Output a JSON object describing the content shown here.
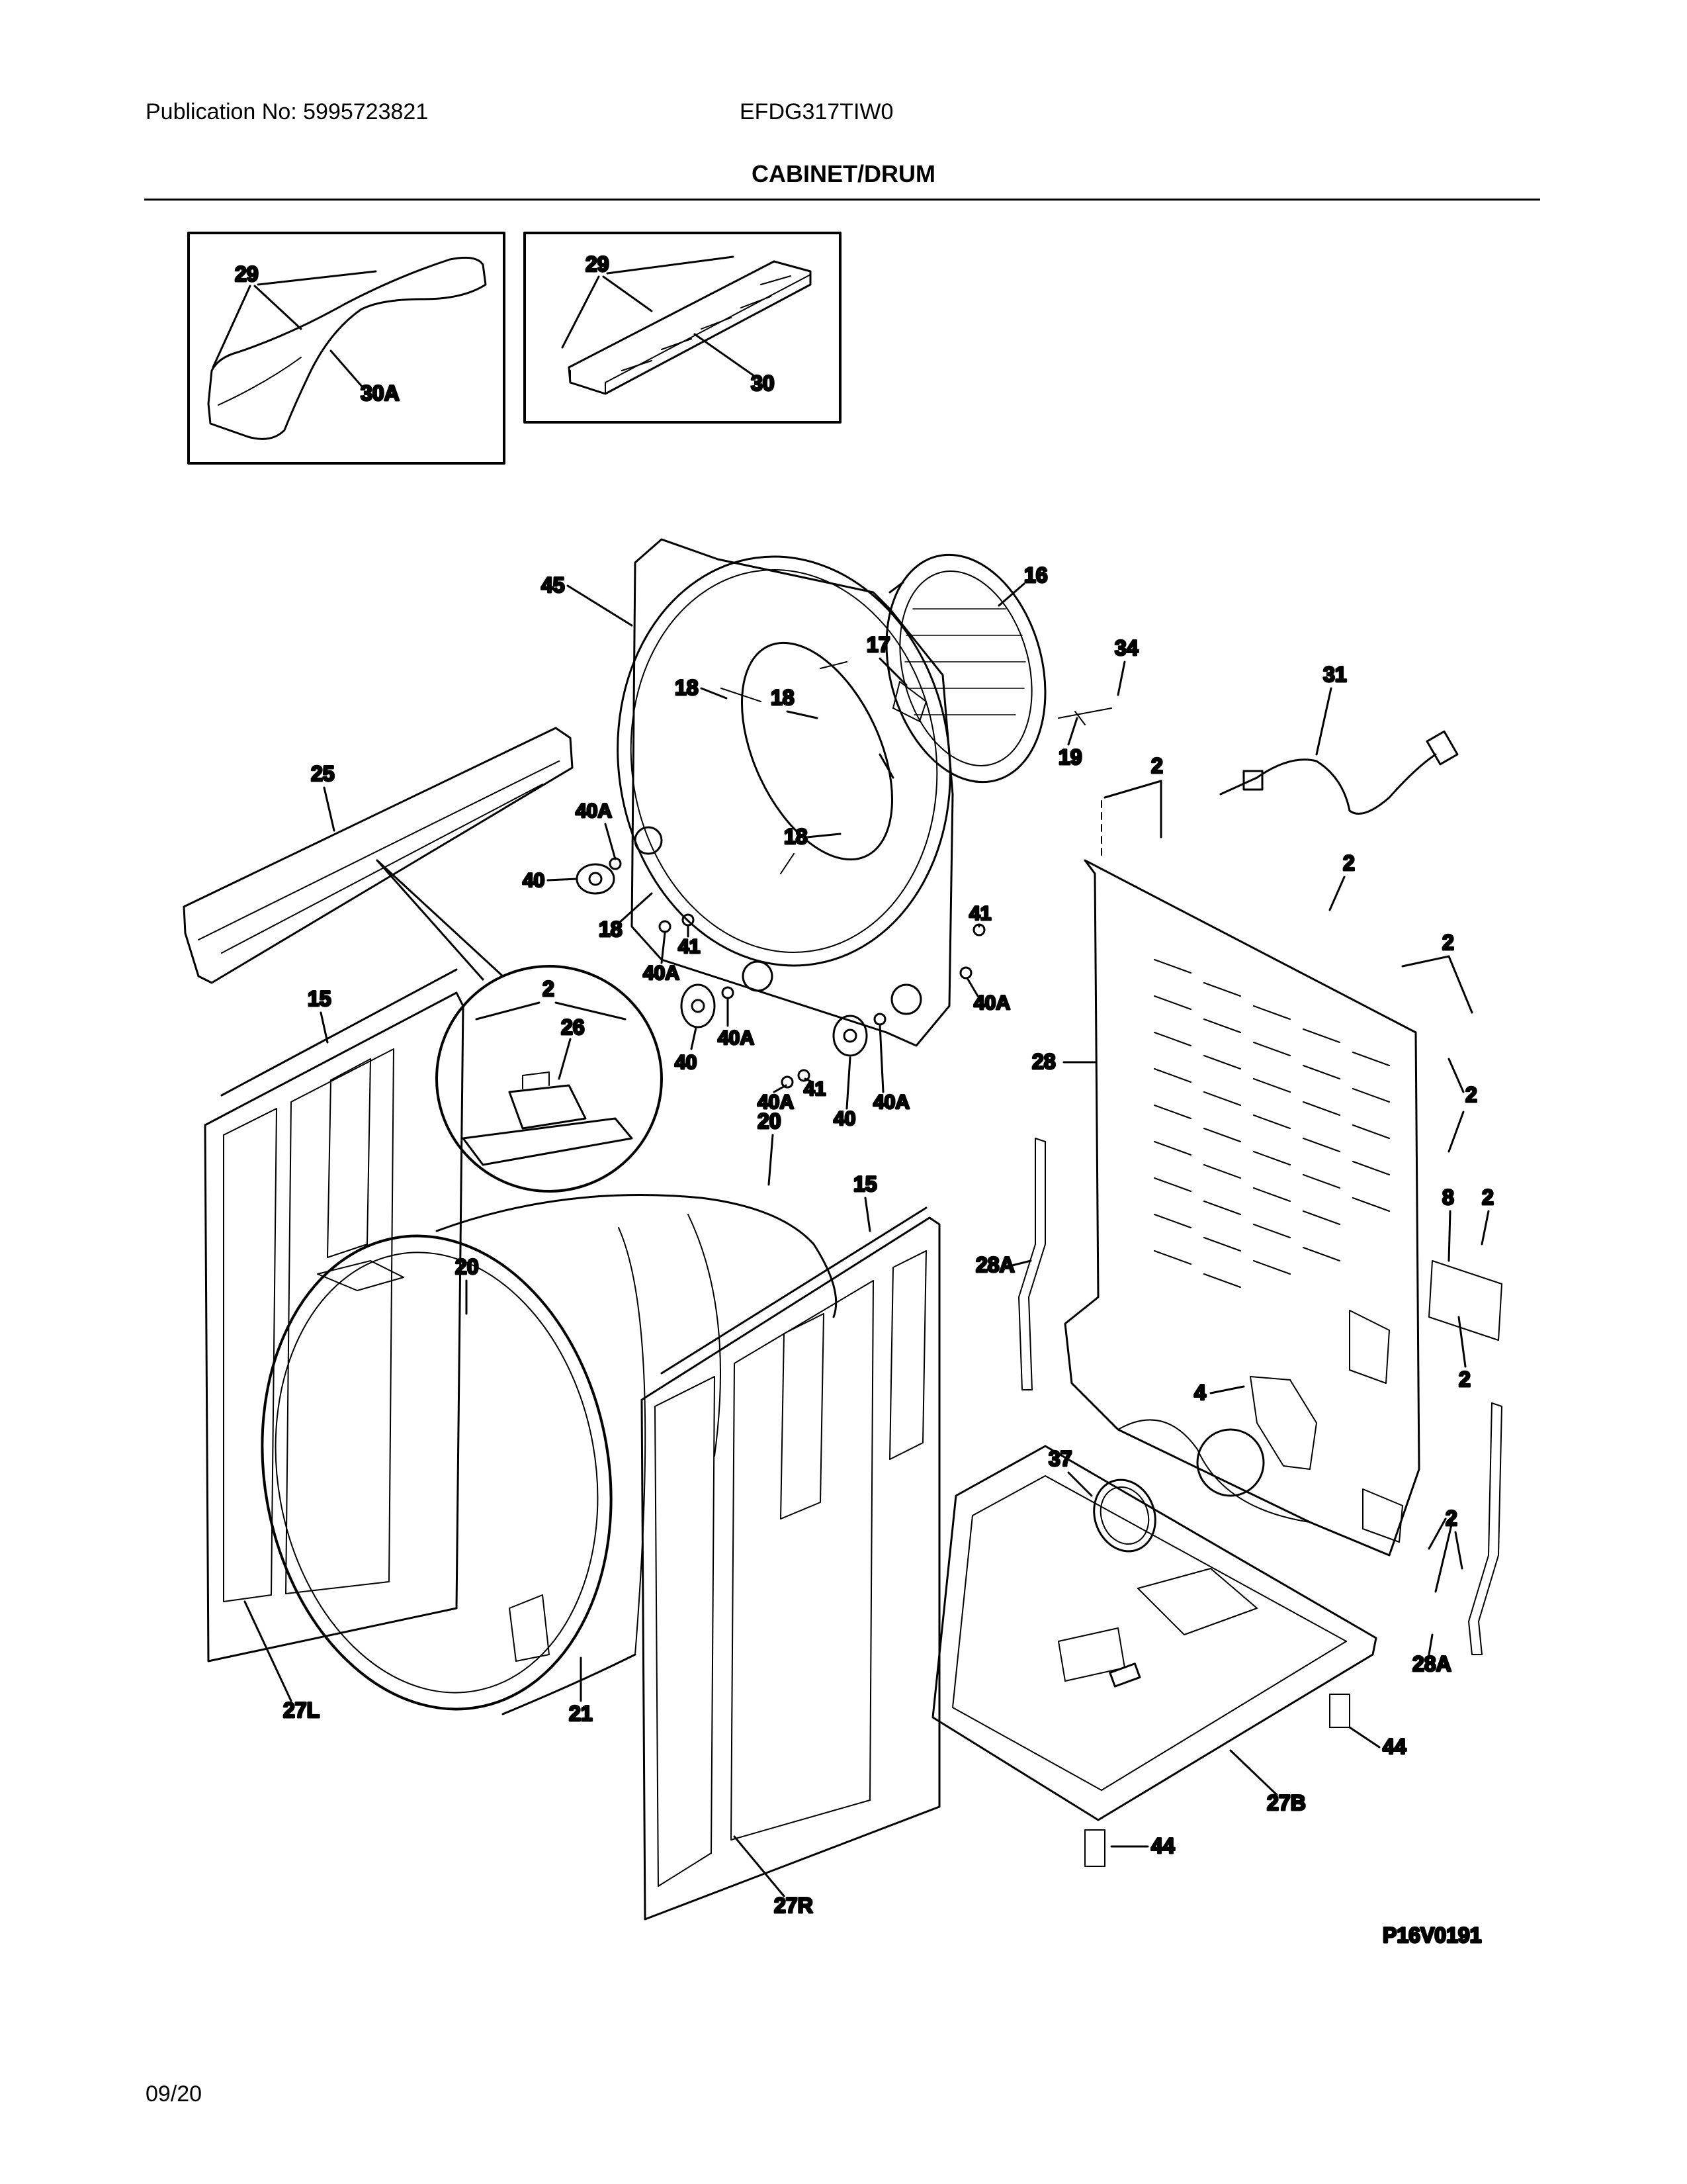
{
  "header": {
    "publication": "Publication No: 5995723821",
    "model": "EFDG317TIW0",
    "title": "CABINET/DRUM"
  },
  "footer": {
    "date": "09/20",
    "diagram_ref": "P16V0191"
  },
  "callouts": {
    "c29a": "29",
    "c30a": "30A",
    "c29b": "29",
    "c30": "30",
    "c45": "45",
    "c16": "16",
    "c17": "17",
    "c34": "34",
    "c31": "31",
    "c18a": "18",
    "c18b": "18",
    "c18c": "18",
    "c18d": "18",
    "c19": "19",
    "c2top": "2",
    "c25": "25",
    "c40Aa": "40A",
    "c40a": "40",
    "c40Ab": "40A",
    "c41a": "41",
    "c41b": "41",
    "c40Ac": "40A",
    "c40Ad": "40A",
    "c40b": "40",
    "c40Ae": "40A",
    "c41c": "41",
    "c40Af": "40A",
    "c40c": "40",
    "c2inset": "2",
    "c26": "26",
    "c15a": "15",
    "c20a": "20",
    "c20b": "20",
    "c15b": "15",
    "c2b": "2",
    "c2c": "2",
    "c28": "28",
    "c2d": "2",
    "c8": "8",
    "c2e": "2",
    "c2f": "2",
    "c28Aa": "28A",
    "c4": "4",
    "c37": "37",
    "c2g": "2",
    "c28Ab": "28A",
    "c44a": "44",
    "c27B": "27B",
    "c44b": "44",
    "c27L": "27L",
    "c21": "21",
    "c27R": "27R"
  }
}
